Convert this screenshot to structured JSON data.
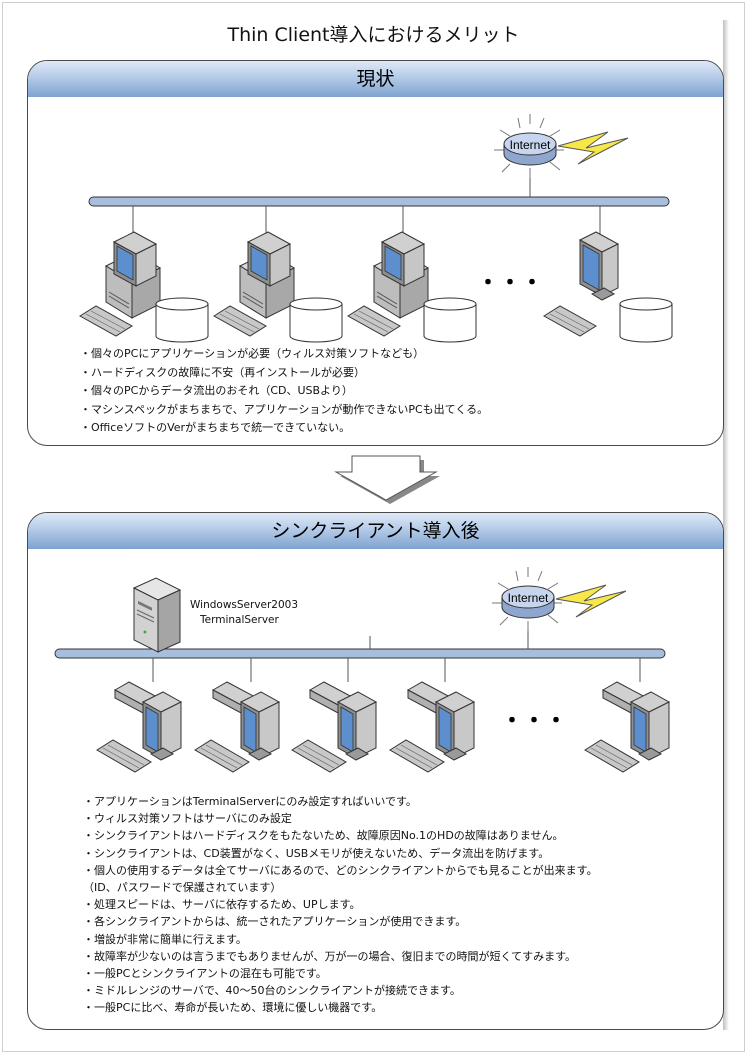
{
  "title": "Thin Client導入におけるメリット",
  "current": {
    "header": "現状",
    "internet_label": "Internet",
    "ellipsis": "・・・",
    "bullets": [
      "・個々のPCにアプリケーションが必要（ウィルス対策ソフトなども）",
      "・ハードディスクの故障に不安（再インストールが必要）",
      "・個々のPCからデータ流出のおそれ（CD、USBより）",
      "・マシンスペックがまちまちで、アプリケーションが動作できないPCも出てくる。",
      "・OfficeソフトのVerがまちまちで統一できていない。"
    ]
  },
  "after": {
    "header": "シンクライアント導入後",
    "internet_label": "Internet",
    "server_label_line1": "WindowsServer2003",
    "server_label_line2": "TerminalServer",
    "ellipsis": "・・・",
    "bullets": [
      "・アプリケーションはTerminalServerにのみ設定すればいいです。",
      "・ウィルス対策ソフトはサーバにのみ設定",
      "・シンクライアントはハードディスクをもたないため、故障原因No.1のHDの故障はありません。",
      "・シンクライアントは、CD装置がなく、USBメモリが使えないため、データ流出を防げます。",
      "・個人の使用するデータは全てサーバにあるので、どのシンクライアントからでも見ることが出来ます。",
      "（ID、パスワードで保護されています）",
      "・処理スピードは、サーバに依存するため、UPします。",
      "・各シンクライアントからは、統一されたアプリケーションが使用できます。",
      "・増設が非常に簡単に行えます。",
      "・故障率が少ないのは言うまでもありませんが、万が一の場合、復旧までの時間が短くてすみます。",
      "・一般PCとシンクライアントの混在も可能です。",
      "・ミドルレンジのサーバで、40～50台のシンクライアントが接続できます。",
      "・一般PCに比べ、寿命が長いため、環境に優しい機器です。"
    ]
  }
}
